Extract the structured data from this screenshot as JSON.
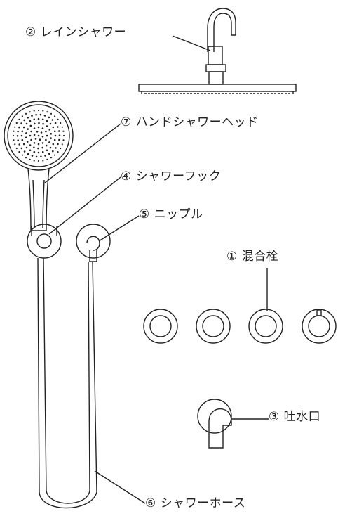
{
  "labels": {
    "rain_shower": "② レインシャワー",
    "hand_shower_head": "⑦ ハンドシャワーヘッド",
    "shower_hook": "④ シャワーフック",
    "nipple": "⑤ ニップル",
    "mixer_valve": "① 混合栓",
    "spout": "③ 吐水口",
    "shower_hose": "⑥ シャワーホース"
  },
  "colors": {
    "line": "#222222",
    "background": "#ffffff"
  }
}
